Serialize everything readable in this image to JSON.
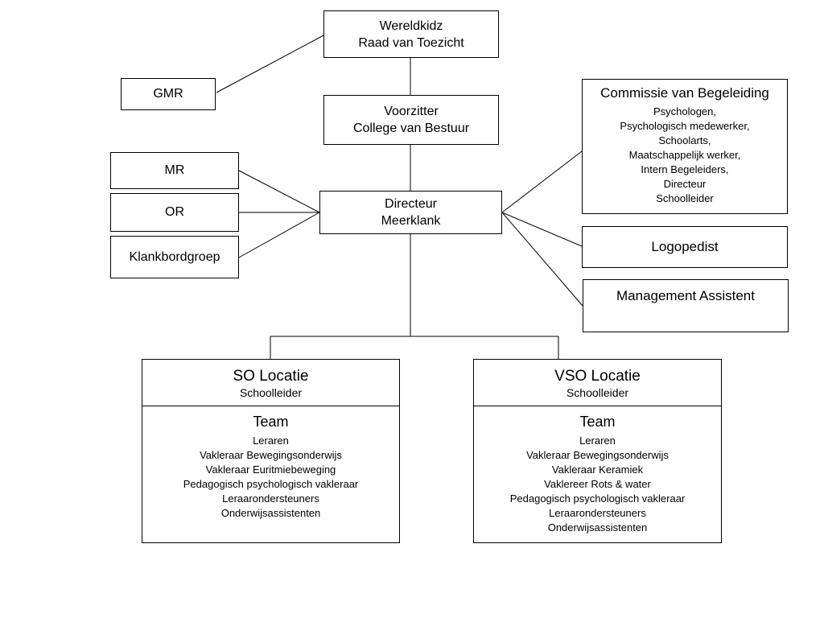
{
  "colors": {
    "background": "#ffffff",
    "border": "#000000",
    "line": "#000000",
    "text": "#000000"
  },
  "boxes": {
    "raad_van_toezicht": {
      "lines": [
        "Wereldkidz",
        "Raad van Toezicht"
      ]
    },
    "gmr": {
      "label": "GMR"
    },
    "voorzitter": {
      "lines": [
        "Voorzitter",
        "College van Bestuur"
      ]
    },
    "mr": {
      "label": "MR"
    },
    "or": {
      "label": "OR"
    },
    "klankbordgroep": {
      "label": "Klankbordgroep"
    },
    "directeur": {
      "lines": [
        "Directeur",
        "Meerklank"
      ]
    },
    "commissie_van_begeleiding": {
      "title": "Commissie van Begeleiding",
      "members": [
        "Psychologen,",
        "Psychologisch medewerker,",
        "Schoolarts,",
        "Maatschappelijk werker,",
        "Intern Begeleiders,",
        "Directeur",
        "Schoolleider"
      ]
    },
    "logopedist": {
      "label": "Logopedist"
    },
    "management_assistent": {
      "label": "Management Assistent"
    },
    "so_locatie": {
      "title": "SO Locatie",
      "subtitle": "Schoolleider",
      "team_title": "Team",
      "team_members": [
        "Leraren",
        "Vakleraar Bewegingsonderwijs",
        "Vakleraar Euritmiebeweging",
        "Pedagogisch psychologisch vakleraar",
        "Leraarondersteuners",
        "Onderwijsassistenten"
      ]
    },
    "vso_locatie": {
      "title": "VSO Locatie",
      "subtitle": "Schoolleider",
      "team_title": "Team",
      "team_members": [
        "Leraren",
        "Vakleraar Bewegingsonderwijs",
        "Vakleraar Keramiek",
        "Vaklereer Rots & water",
        "Pedagogisch psychologisch vakleraar",
        "Leraarondersteuners",
        "Onderwijsassistenten"
      ]
    }
  }
}
